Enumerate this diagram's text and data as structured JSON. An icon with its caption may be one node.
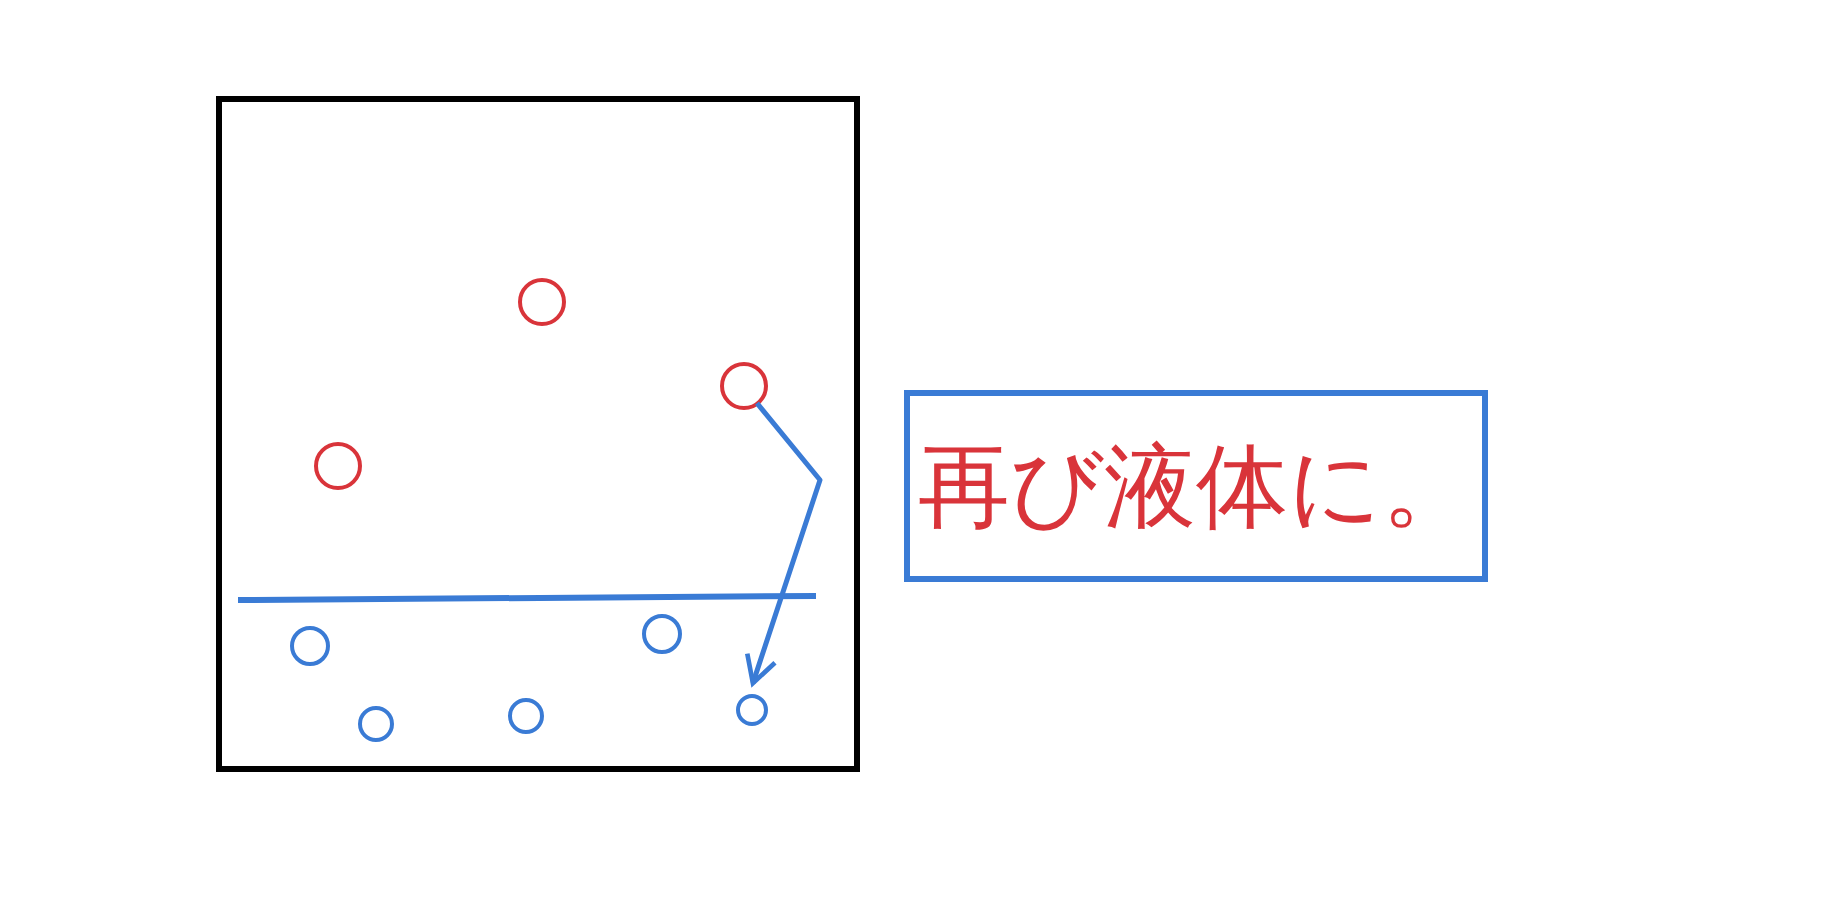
{
  "diagram": {
    "nodes": [
      {
        "text": [],
        "shape": "box"
      },
      {
        "text": [],
        "shape": "circle",
        "in": 0
      },
      {
        "text": [],
        "shape": "circle",
        "in": 0
      },
      {
        "text": [],
        "shape": "circle",
        "in": 0
      },
      {
        "text": [],
        "shape": "circle",
        "in": 0
      },
      {
        "text": [],
        "shape": "circle",
        "in": 0
      },
      {
        "text": [],
        "shape": "circle",
        "in": 0
      },
      {
        "text": [],
        "shape": "circle",
        "in": 0
      },
      {
        "text": [],
        "shape": "circle",
        "in": 0
      },
      {
        "text": [
          "再び液体に。"
        ]
      }
    ],
    "edges": [
      {
        "from": 3,
        "to": 8,
        "arrow": "to"
      }
    ]
  }
}
